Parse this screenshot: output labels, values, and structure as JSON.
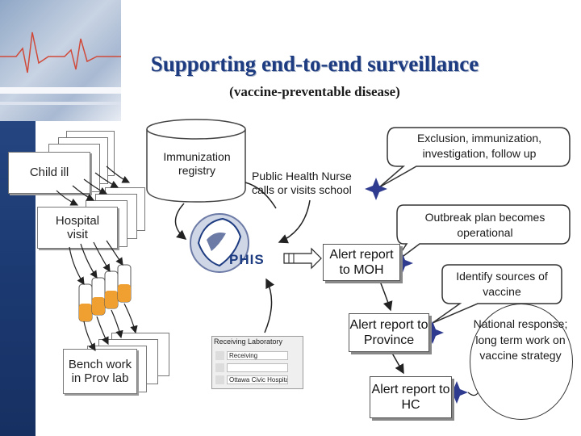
{
  "title": "Supporting end-to-end surveillance",
  "subtitle": "(vaccine-preventable disease)",
  "nodes": {
    "child_ill": "Child ill",
    "hospital_visit": "Hospital visit",
    "immunization_registry": "Immunization registry",
    "bench_work": "Bench work in Prov lab",
    "public_health_nurse": "Public Health Nurse calls or visits school",
    "phis_logo": "PHIS",
    "alert_moh": "Alert report to MOH",
    "alert_province": "Alert report to Province",
    "alert_hc": "Alert report to HC",
    "exclusion": "Exclusion, immunization, investigation, follow up",
    "outbreak_plan": "Outbreak plan becomes operational",
    "identify_sources": "Identify sources of vaccine",
    "national_response": "National response; long term work on vaccine strategy"
  },
  "form": {
    "header": "Receiving Laboratory",
    "rows": [
      "Receiving",
      "Ottawa Civic Hospital"
    ]
  },
  "colors": {
    "title": "#1d3b80",
    "sidebar": "#1c3a73",
    "star": "#2f3b8f",
    "tube_fill": "#f0a030"
  }
}
